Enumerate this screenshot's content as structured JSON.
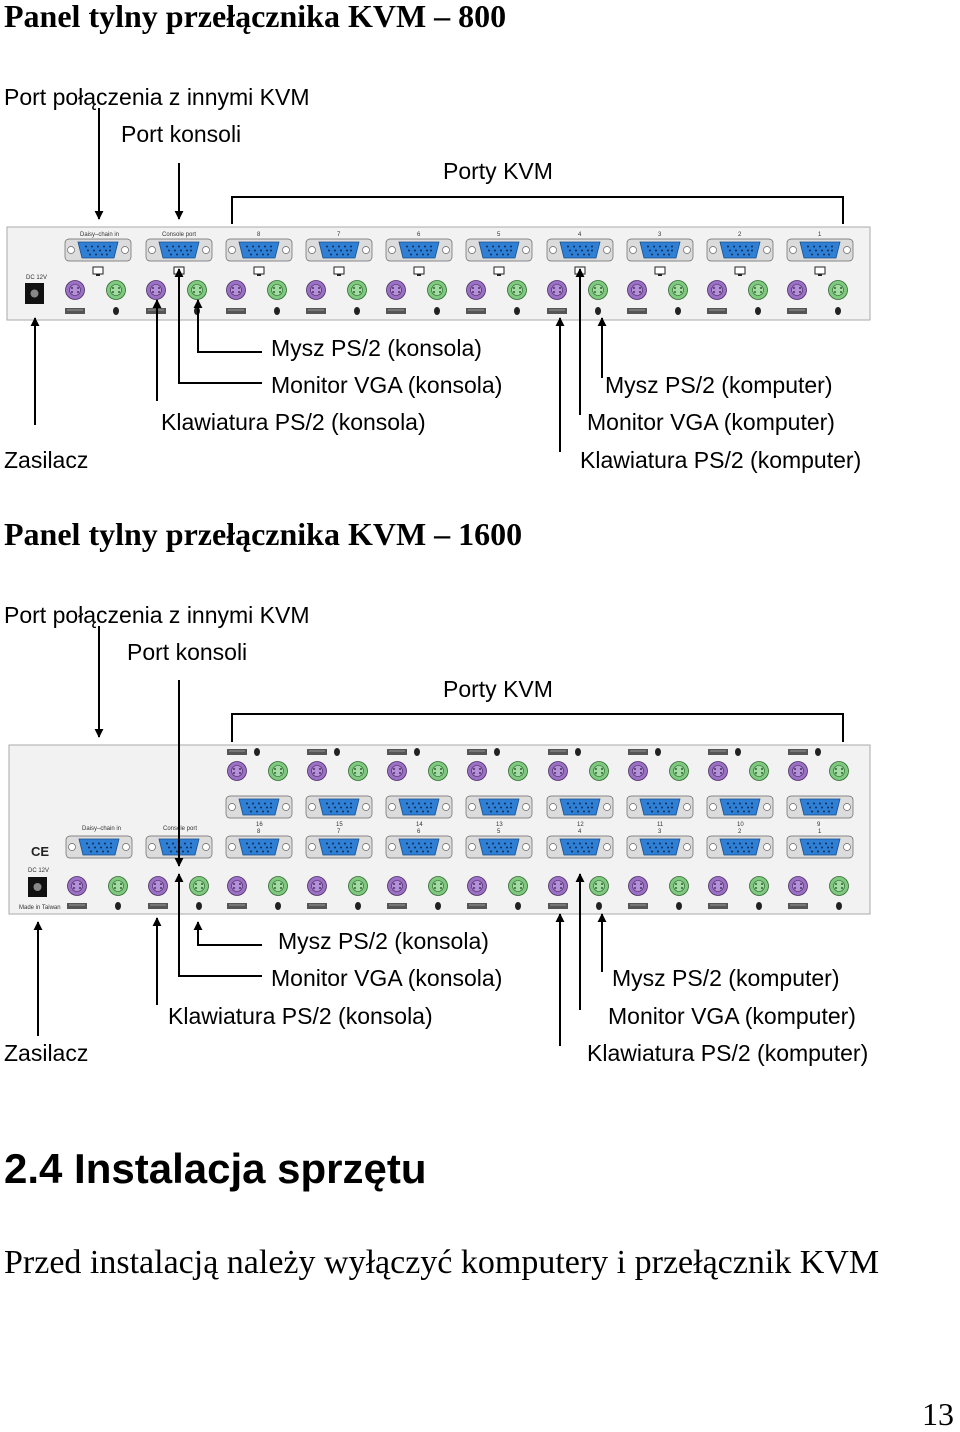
{
  "section_800": {
    "title": "Panel tylny przełącznika KVM – 800",
    "callouts": {
      "daisy_chain": "Port połączenia z innymi KVM",
      "console_port": "Port konsoli",
      "kvm_ports": "Porty KVM",
      "console_mouse": "Mysz PS/2 (konsola)",
      "console_vga": "Monitor VGA (konsola)",
      "console_keyboard": "Klawiatura PS/2 (konsola)",
      "power": "Zasilacz",
      "pc_mouse": "Mysz PS/2 (komputer)",
      "pc_vga": "Monitor VGA (komputer)",
      "pc_keyboard": "Klawiatura PS/2 (komputer)"
    },
    "panel": {
      "dc_label": "DC 12V",
      "daisy_label": "Daisy–chain in",
      "console_label": "Console port",
      "port_numbers": [
        "8",
        "7",
        "6",
        "5",
        "4",
        "3",
        "2",
        "1"
      ]
    }
  },
  "section_1600": {
    "title": "Panel tylny przełącznika KVM – 1600",
    "callouts": {
      "daisy_chain": "Port połączenia z innymi KVM",
      "console_port": "Port konsoli",
      "kvm_ports": "Porty KVM",
      "console_mouse": "Mysz PS/2 (konsola)",
      "console_vga": "Monitor VGA (konsola)",
      "console_keyboard": "Klawiatura PS/2 (konsola)",
      "power": "Zasilacz",
      "pc_mouse": "Mysz PS/2 (komputer)",
      "pc_vga": "Monitor VGA (komputer)",
      "pc_keyboard": "Klawiatura PS/2 (komputer)"
    },
    "panel": {
      "dc_label": "DC 12V",
      "ce_label": "CE",
      "made_label": "Made in Taiwan",
      "daisy_label": "Daisy–chain in",
      "console_label": "Console port",
      "upper_port_numbers": [
        "16",
        "15",
        "14",
        "13",
        "12",
        "11",
        "10",
        "9"
      ],
      "lower_port_numbers": [
        "8",
        "7",
        "6",
        "5",
        "4",
        "3",
        "2",
        "1"
      ]
    }
  },
  "section_24": {
    "heading": "2.4 Instalacja sprzętu",
    "paragraph": "Przed instalacją należy wyłączyć komputery i przełącznik KVM"
  },
  "page_number": "13",
  "colors": {
    "vga_blue": "#2f7fd4",
    "ps2_mouse_green": "#7fc87f",
    "ps2_keyboard_purple": "#9b6fc4",
    "panel_bg": "#f2f2f2"
  }
}
